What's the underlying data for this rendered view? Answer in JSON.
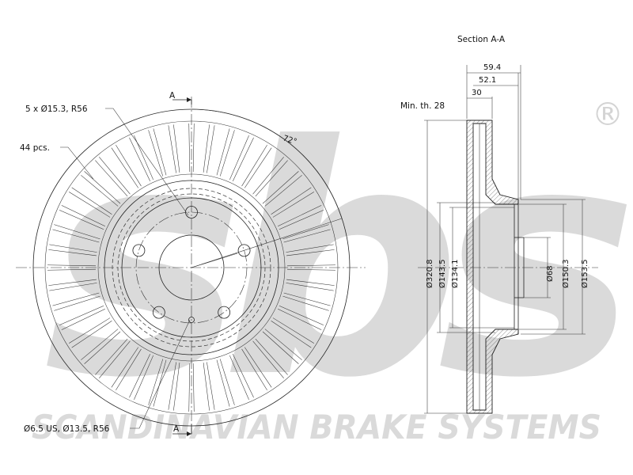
{
  "watermark": {
    "logo": "sbs",
    "registered_mark": "®",
    "footer": "SCANDINAVIAN BRAKE SYSTEMS"
  },
  "front_view": {
    "bolt_note": "5 x Ø15.3, R56",
    "vanes_note": "44 pcs.",
    "angle": "72°",
    "hole_note": "Ø6.5 US, Ø13.5, R56",
    "section_mark": "A"
  },
  "section_view": {
    "title": "Section A-A",
    "min_thickness": "Min. th. 28",
    "dim_total_height": "59.4",
    "dim_hat_height": "52.1",
    "dim_thickness": "30",
    "dia_outer": "Ø320.8",
    "dia_hat_inner": "Ø143.5",
    "dia_hat_bore": "Ø134.1",
    "dia_center": "Ø68",
    "dia_hat_outer": "Ø150.3",
    "dia_hat_top": "Ø153.5"
  },
  "colors": {
    "line": "#222222",
    "watermark": "#dadada"
  }
}
